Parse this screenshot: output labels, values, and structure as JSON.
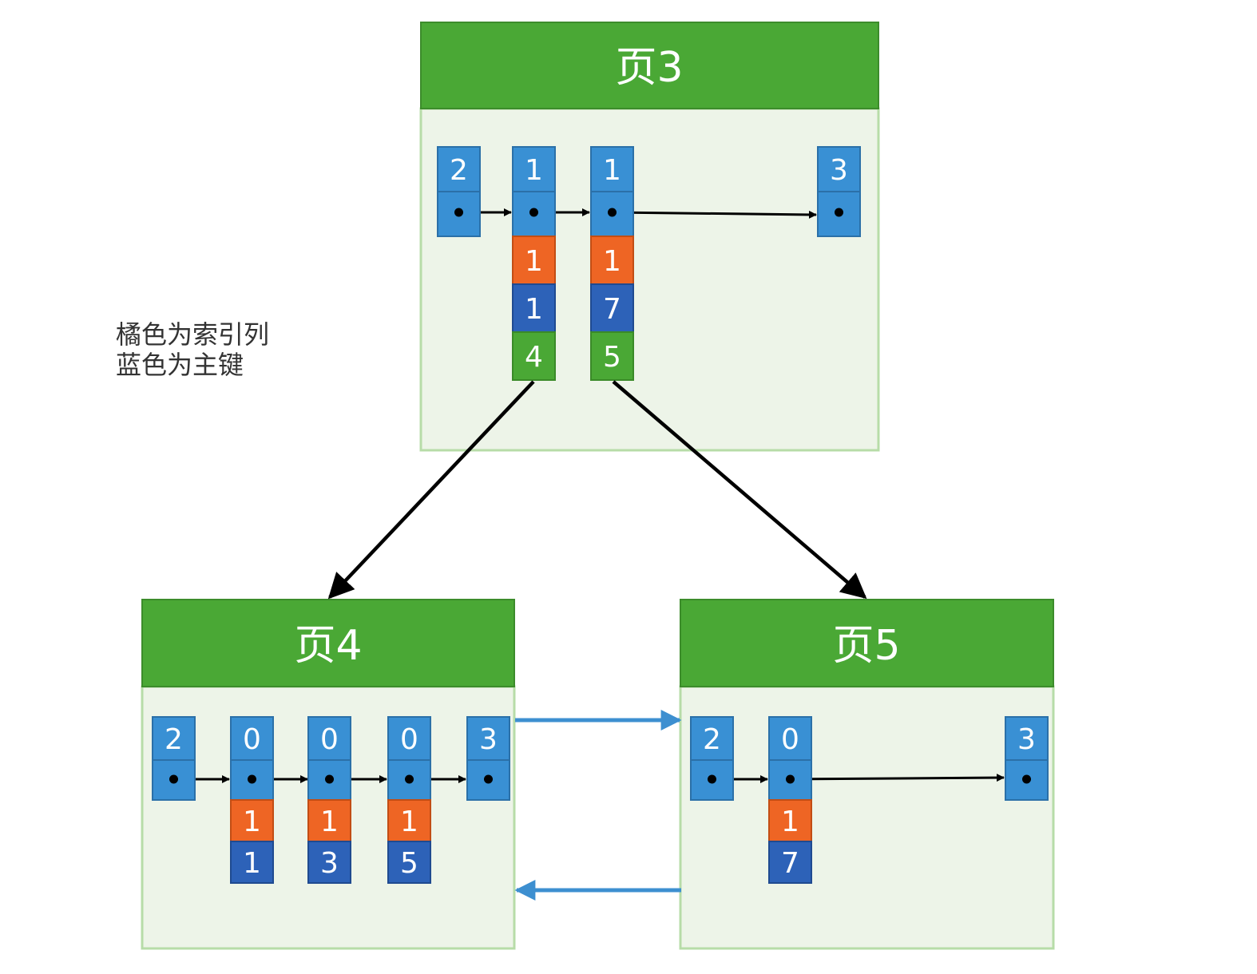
{
  "legend": {
    "line1": "橘色为索引列",
    "line2": "蓝色为主键"
  },
  "colors": {
    "page_header": "#4aa835",
    "page_body": "#edf4e8",
    "page_border": "#b7dca8",
    "record_header": "#3990d4",
    "index_column": "#ee6524",
    "primary_key": "#2d62b8",
    "child_pointer": "#4aa835",
    "page_link_arrow": "#3d8fd0",
    "pointer_arrow": "#000000"
  },
  "pages": {
    "root": {
      "title": "页3",
      "records": [
        {
          "header": "2",
          "index": "",
          "pk": "",
          "child": ""
        },
        {
          "header": "1",
          "index": "1",
          "pk": "1",
          "child": "4"
        },
        {
          "header": "1",
          "index": "1",
          "pk": "7",
          "child": "5"
        },
        {
          "header": "3",
          "index": "",
          "pk": "",
          "child": ""
        }
      ]
    },
    "left": {
      "title": "页4",
      "records": [
        {
          "header": "2",
          "index": "",
          "pk": ""
        },
        {
          "header": "0",
          "index": "1",
          "pk": "1"
        },
        {
          "header": "0",
          "index": "1",
          "pk": "3"
        },
        {
          "header": "0",
          "index": "1",
          "pk": "5"
        },
        {
          "header": "3",
          "index": "",
          "pk": ""
        }
      ]
    },
    "right": {
      "title": "页5",
      "records": [
        {
          "header": "2",
          "index": "",
          "pk": ""
        },
        {
          "header": "0",
          "index": "1",
          "pk": "7"
        },
        {
          "header": "3",
          "index": "",
          "pk": ""
        }
      ]
    }
  }
}
